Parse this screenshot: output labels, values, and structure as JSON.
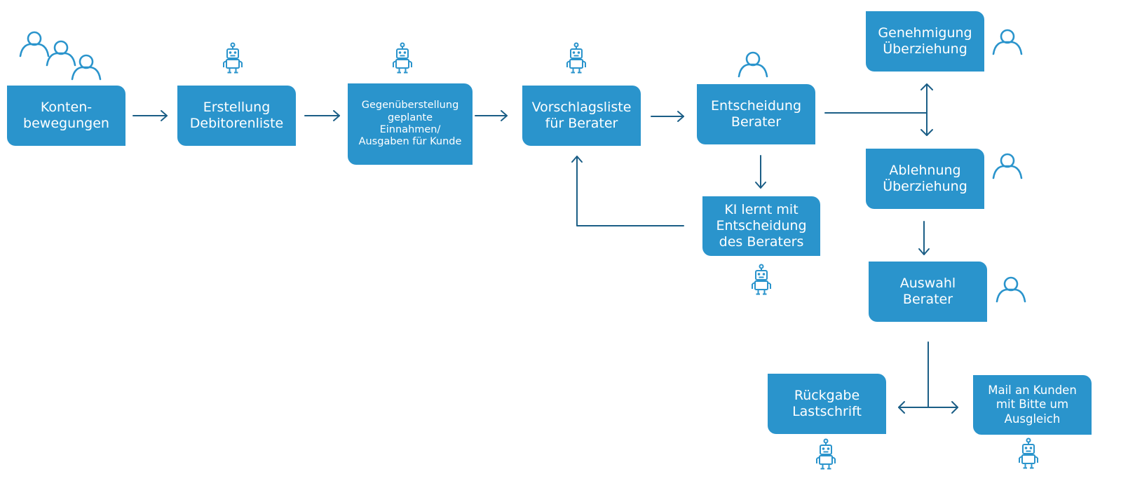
{
  "nodes": {
    "kontenbewegungen": "Konten-\nbewegungen",
    "debitorenliste": "Erstellung\nDebitorenliste",
    "gegenueberstellung": "Gegenüberstellung\ngeplante\nEinnahmen/\nAusgaben für Kunde",
    "vorschlagsliste": "Vorschlagsliste\nfür Berater",
    "entscheidung": "Entscheidung\nBerater",
    "ki_lernt": "KI lernt mit\nEntscheidung\ndes Beraters",
    "genehmigung": "Genehmigung\nÜberziehung",
    "ablehnung": "Ablehnung\nÜberziehung",
    "auswahl": "Auswahl\nBerater",
    "rueckgabe": "Rückgabe\nLastschrift",
    "mail": "Mail an Kunden\nmit Bitte um\nAusgleich"
  },
  "icons": {
    "user": "user-icon",
    "users": "users-group-icon",
    "robot": "robot-icon"
  },
  "colors": {
    "box_fill": "#2a94cc",
    "box_text": "#ffffff",
    "icon_stroke": "#2a94cc",
    "arrow": "#1b5e86"
  }
}
